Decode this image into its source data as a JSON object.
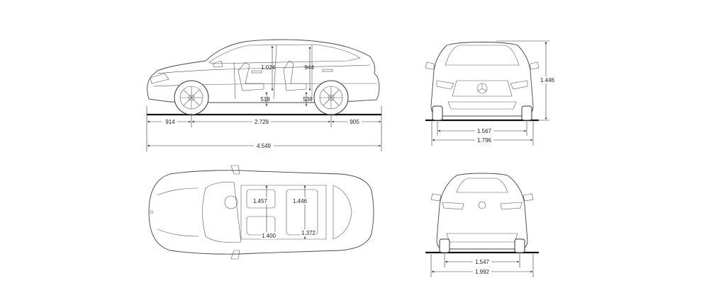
{
  "side_view": {
    "front_overhang": "914",
    "wheelbase": "2.729",
    "rear_overhang": "905",
    "overall_length": "4.549",
    "front_headroom": "1.024",
    "rear_headroom": "944",
    "front_seat_height": "518",
    "rear_seat_height": "538"
  },
  "front_view": {
    "front_track": "1.567",
    "overall_width": "1.796",
    "overall_height": "1.446"
  },
  "top_view": {
    "front_shoulder_width": "1.457",
    "rear_shoulder_width": "1.446",
    "front_elbow_width": "1.400",
    "rear_elbow_width": "1.372"
  },
  "rear_view": {
    "rear_track": "1.547",
    "width_with_mirrors": "1.992"
  }
}
